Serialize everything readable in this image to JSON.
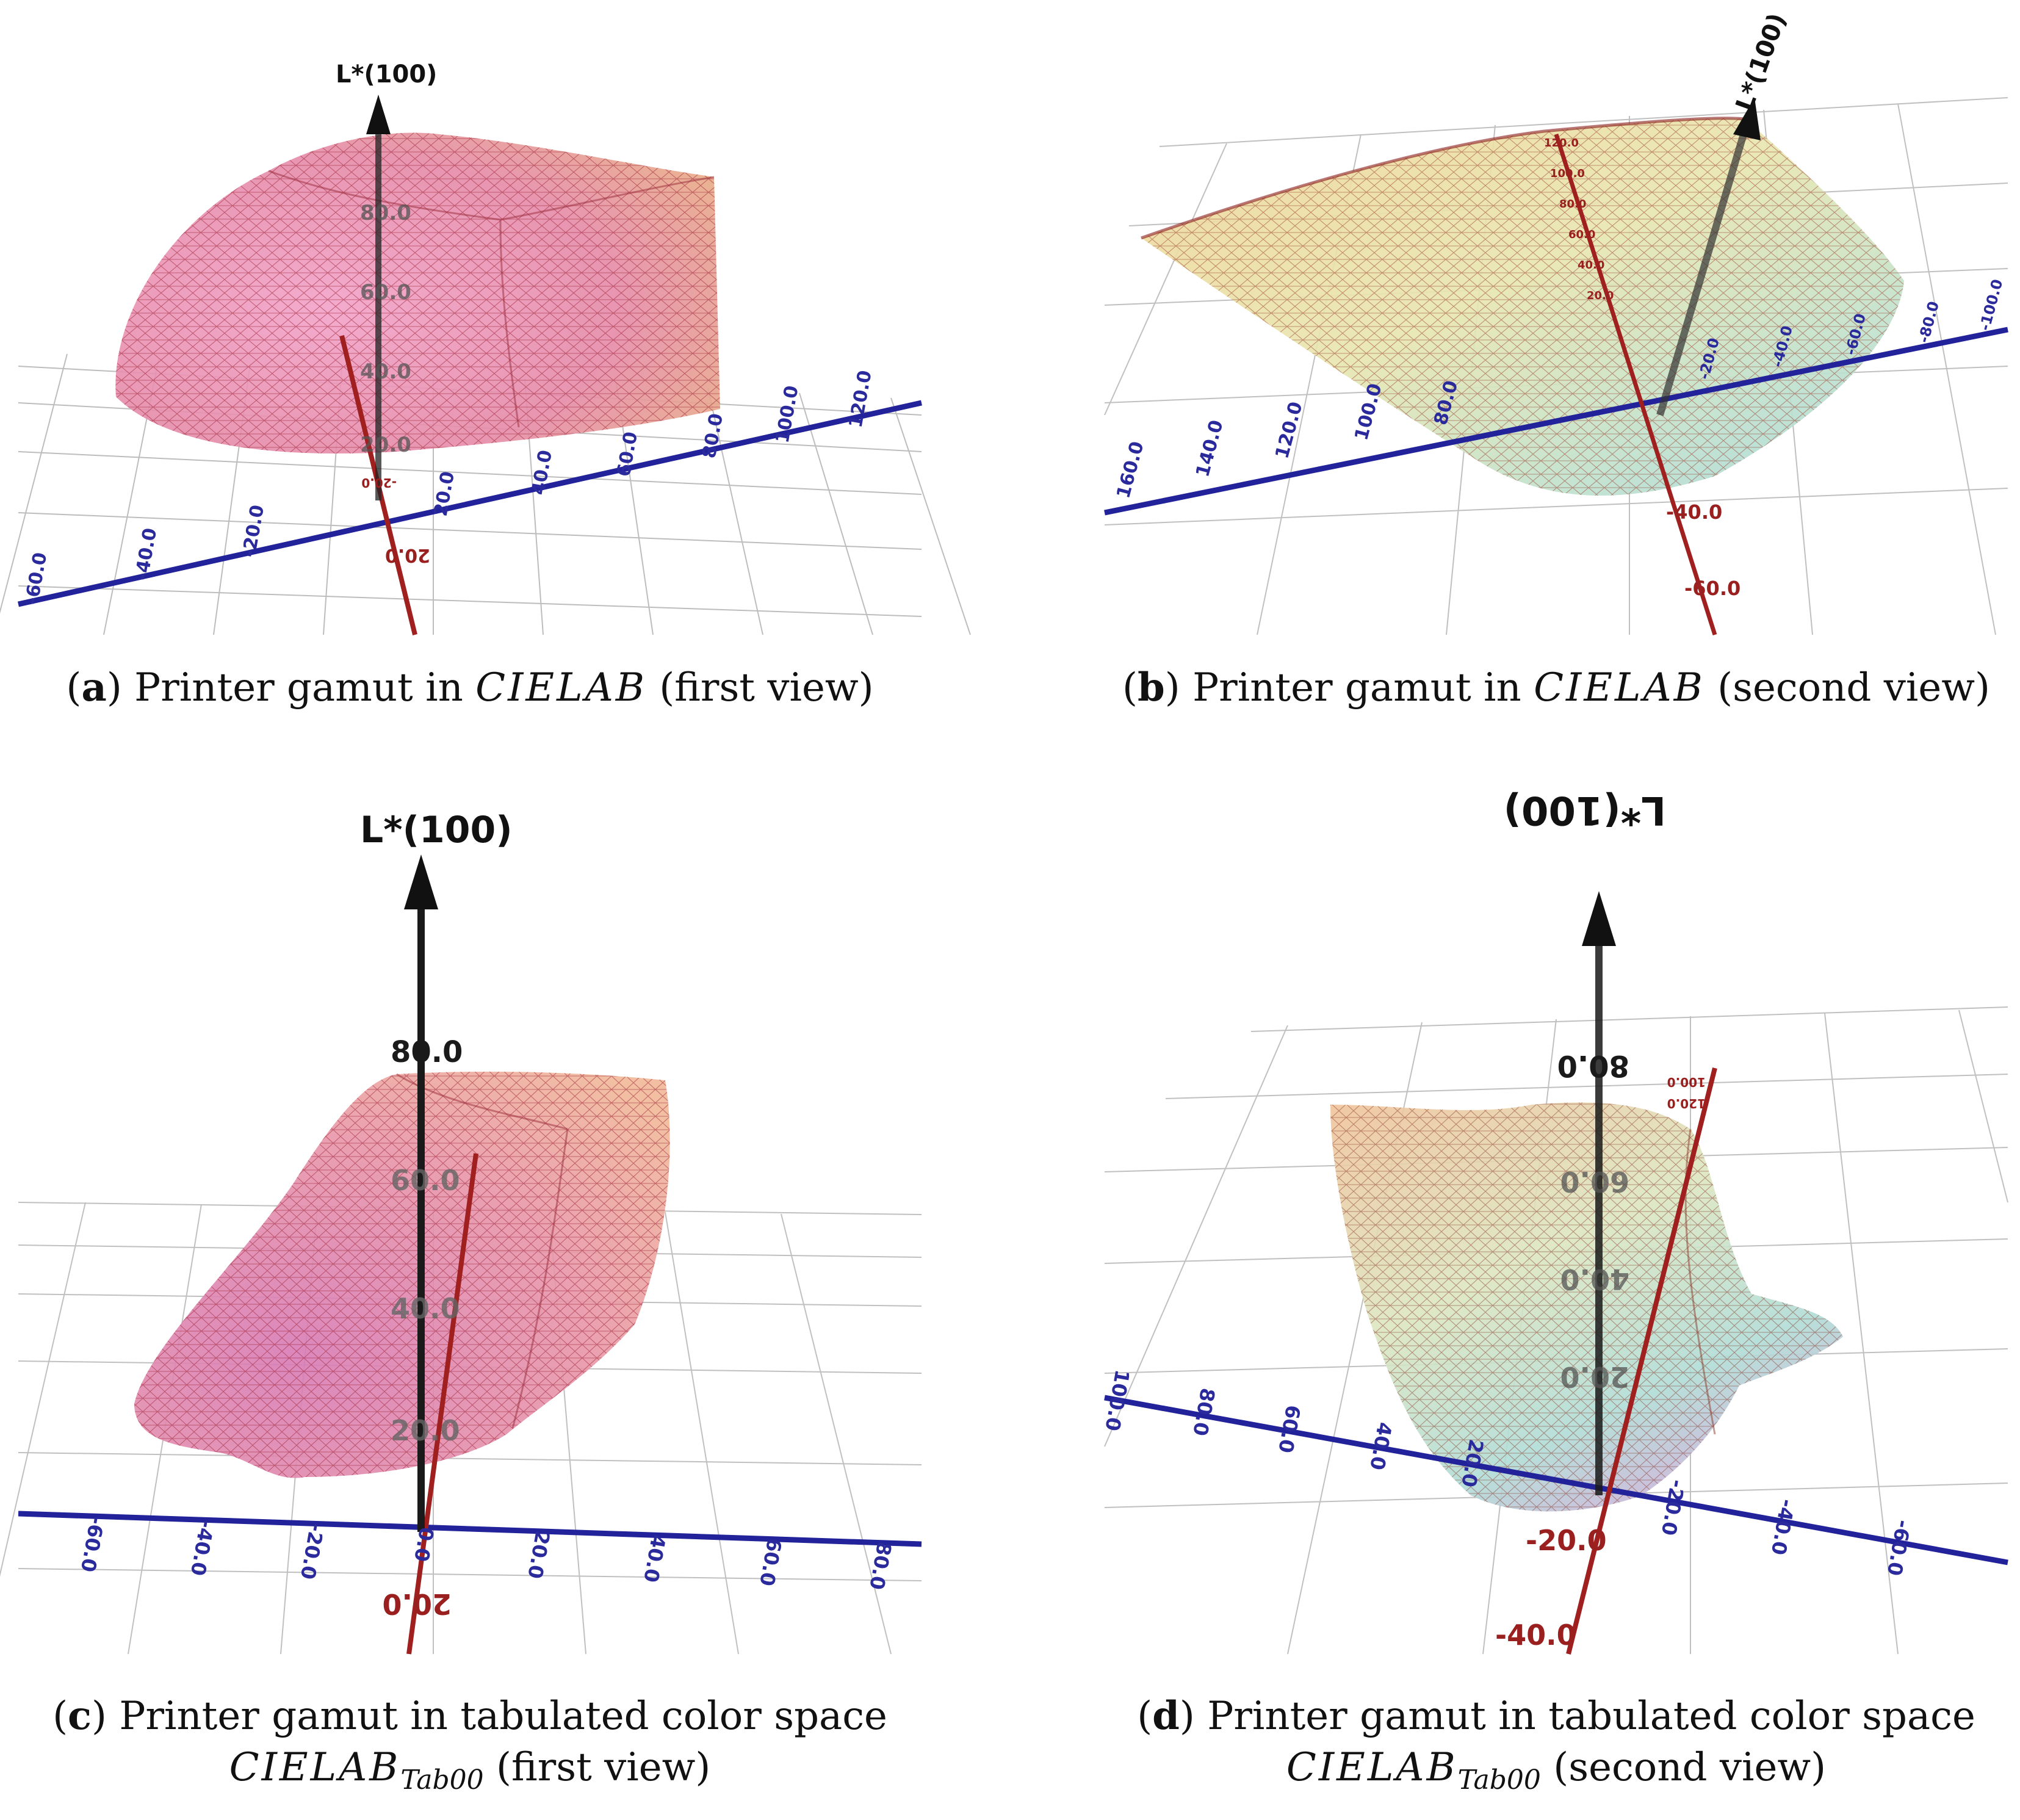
{
  "panels": [
    {
      "id": "a",
      "letter": "a",
      "caption_pre": " Printer gamut in ",
      "caption_space": "CIELAB",
      "caption_post": " (first view)",
      "axis_title": "L*(100)",
      "l_ticks": [
        "80.0",
        "60.0",
        "40.0",
        "20.0"
      ],
      "a_ticks": [
        "-60.0",
        "-40.0",
        "-20.0",
        "20.0",
        "40.0",
        "60.0",
        "80.0",
        "100.0",
        "120.0"
      ],
      "b_ticks": [
        "20.0",
        "-20.0"
      ]
    },
    {
      "id": "b",
      "letter": "b",
      "caption_pre": " Printer gamut in ",
      "caption_space": "CIELAB",
      "caption_post": " (second view)",
      "axis_title": "L*(100)",
      "a_ticks": [
        "160.0",
        "140.0",
        "120.0",
        "100.0",
        "80.0",
        "-20.0",
        "-40.0",
        "-60.0",
        "-80.0",
        "-100.0"
      ],
      "b_ticks": [
        "-40.0",
        "-60.0",
        "120.0",
        "100.0",
        "80.0",
        "60.0",
        "40.0",
        "20.0"
      ]
    },
    {
      "id": "c",
      "letter": "c",
      "caption_pre": " Printer gamut in tabulated color space",
      "caption_space": "CIELAB",
      "caption_sub": "Tab00",
      "caption_post": " (first view)",
      "axis_title": "L*(100)",
      "l_ticks": [
        "80.0",
        "60.0",
        "40.0",
        "20.0"
      ],
      "a_ticks": [
        "-60.0",
        "-40.0",
        "-20.0",
        "0.0",
        "20.0",
        "40.0",
        "60.0",
        "80.0"
      ],
      "b_ticks": [
        "20.0"
      ]
    },
    {
      "id": "d",
      "letter": "d",
      "caption_pre": " Printer gamut in tabulated color space",
      "caption_space": "CIELAB",
      "caption_sub": "Tab00",
      "caption_post": " (second view)",
      "axis_title": "L*(100)",
      "l_ticks": [
        "80.0",
        "60.0",
        "40.0",
        "20.0"
      ],
      "a_ticks": [
        "100.0",
        "80.0",
        "60.0",
        "40.0",
        "20.0",
        "-20.0",
        "-40.0",
        "-60.0"
      ],
      "b_ticks": [
        "-20.0",
        "-40.0",
        "100.0",
        "120.0"
      ]
    }
  ],
  "colors": {
    "a_axis": "#22229a",
    "b_axis": "#a02020",
    "l_axis": "#111111",
    "grid": "#b8b8b8",
    "mesh_warm": "#b03040",
    "mesh_cool": "#7a9a7a"
  }
}
